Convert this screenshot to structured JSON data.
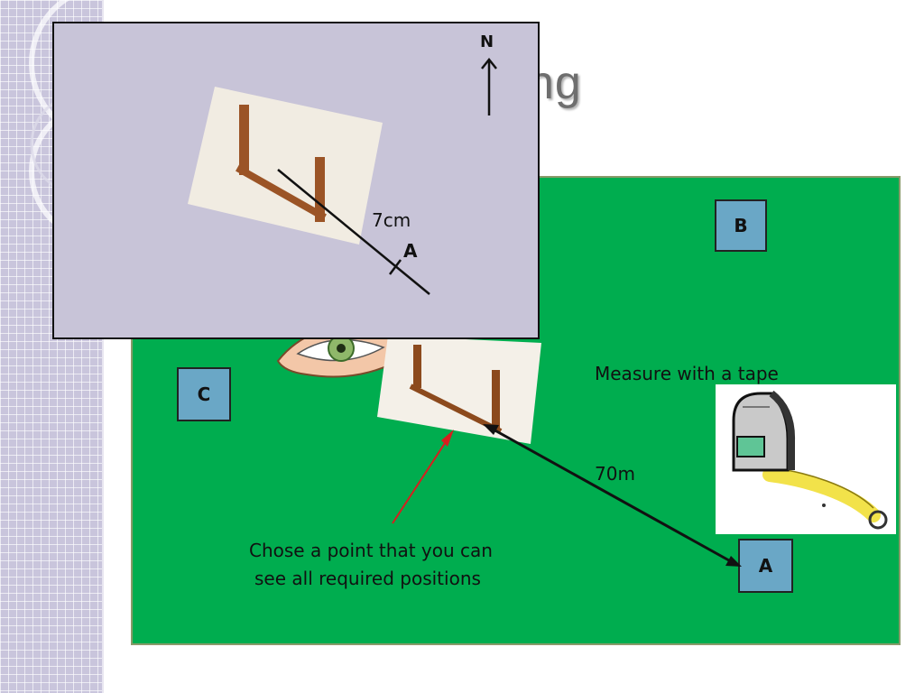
{
  "slide": {
    "title_fragment": "ng"
  },
  "field": {
    "color": "#00ad4f"
  },
  "markers": {
    "a": "A",
    "b": "B",
    "c": "C"
  },
  "labels": {
    "measure": "Measure with a tape",
    "distance": "70m",
    "instruction_line1": "Chose a point that you can",
    "instruction_line2": "see all required positions"
  },
  "inset": {
    "north": "N",
    "scale_length": "7cm",
    "point_label": "A",
    "background": "#c8c4d8"
  },
  "icons": [
    "eye-icon",
    "tape-measure-icon",
    "sighting-compass-icon",
    "north-arrow-icon"
  ]
}
